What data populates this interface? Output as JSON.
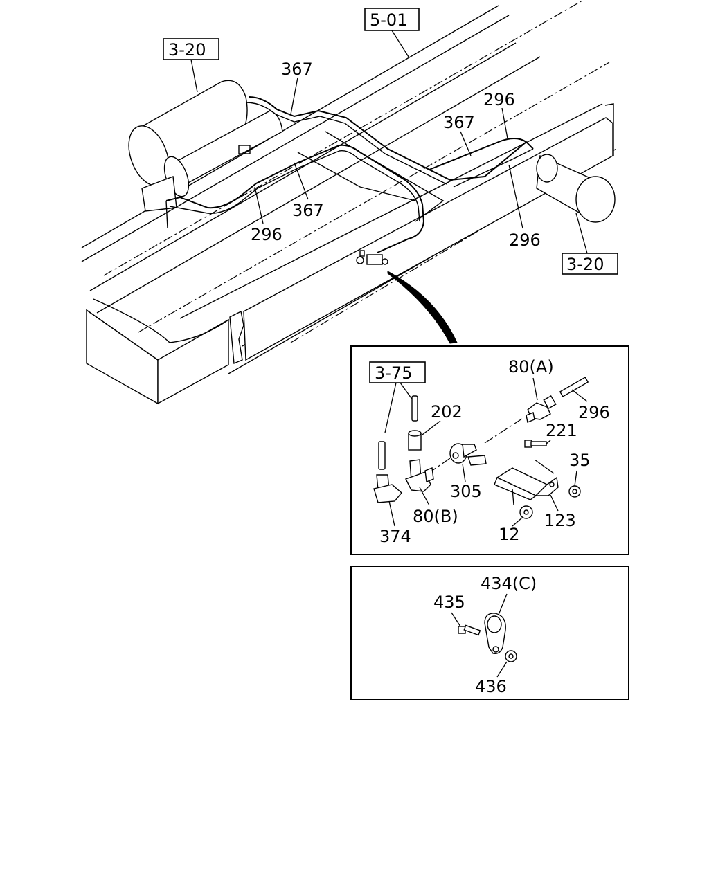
{
  "references": {
    "ref_5_01": "5-01",
    "ref_3_20_left": "3-20",
    "ref_3_20_right": "3-20",
    "ref_3_75": "3-75"
  },
  "main_callouts": {
    "c367_top": "367",
    "c367_mid": "367",
    "c367_center": "367",
    "c296_top": "296",
    "c296_left": "296",
    "c296_right": "296"
  },
  "detail_b": {
    "c80a": "80(A)",
    "c296": "296",
    "c202": "202",
    "c221": "221",
    "c35": "35",
    "c305": "305",
    "c80b": "80(B)",
    "c123": "123",
    "c374": "374",
    "c12": "12"
  },
  "detail_c": {
    "c434c": "434(C)",
    "c435": "435",
    "c436": "436"
  }
}
